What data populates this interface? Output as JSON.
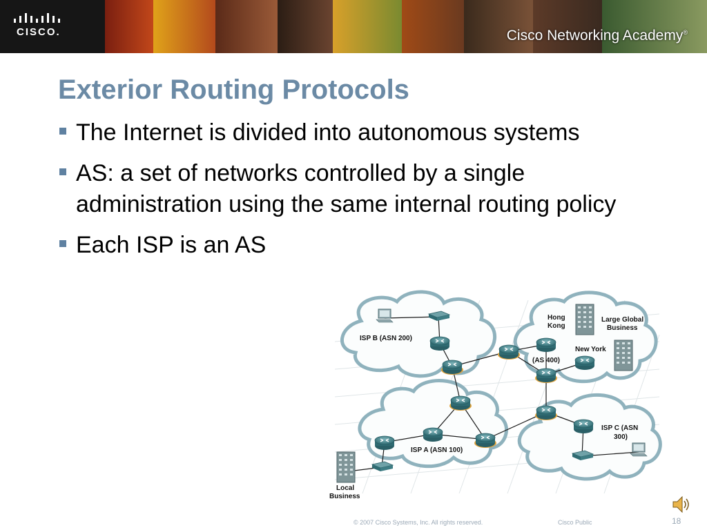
{
  "header": {
    "brand_word": "CISCO.",
    "academy_text": "Cisco Networking Academy",
    "trademark": "®"
  },
  "slide": {
    "title": "Exterior Routing Protocols",
    "bullets": [
      "The Internet is divided into autonomous systems",
      "AS: a set of networks controlled by a single administration using the same internal routing policy",
      "Each ISP is an AS"
    ]
  },
  "diagram": {
    "labels": {
      "isp_b": "ISP B (ASN 200)",
      "hong": "Hong",
      "kong": "Kong",
      "large_global": "Large Global",
      "business": "Business",
      "new_york": "New York",
      "as400": "(AS 400)",
      "isp_c_1": "ISP C (ASN",
      "isp_c_2": "300)",
      "isp_a": "ISP A (ASN 100)",
      "local": "Local",
      "local_business": "Business"
    }
  },
  "footer": {
    "copyright": "© 2007 Cisco Systems, Inc. All rights reserved.",
    "classification": "Cisco Public",
    "page": "18"
  },
  "colors": {
    "title": "#6b8aa5",
    "bullet": "#5f81a1",
    "router": "#3f7f86",
    "cloud": "#8fb2bd"
  }
}
